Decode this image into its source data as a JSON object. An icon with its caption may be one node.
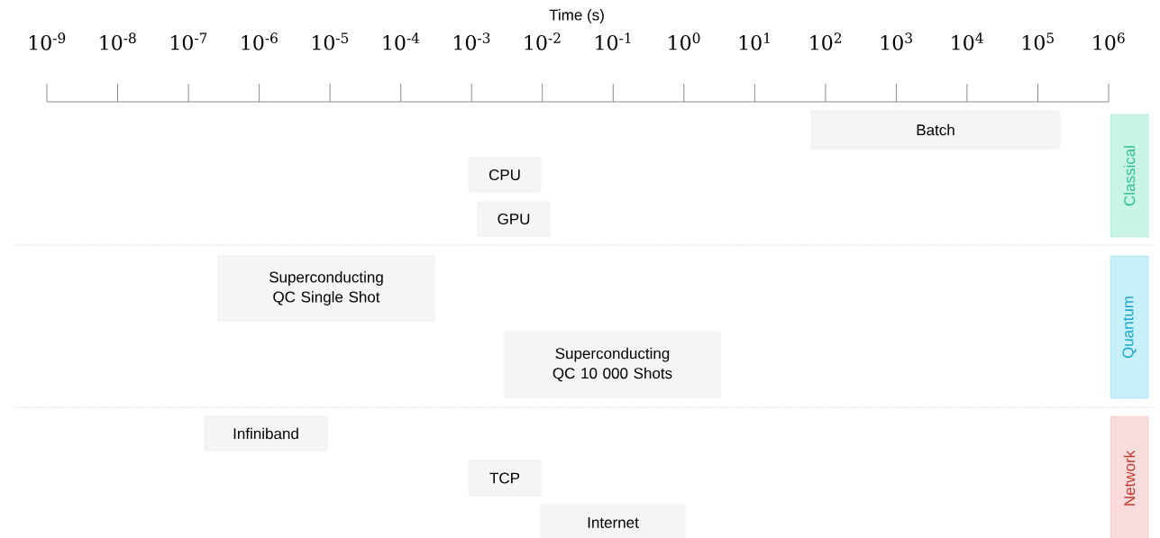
{
  "diagram": {
    "nodes": [
      {
        "text": [
          "Batch"
        ]
      },
      {
        "text": [
          "CPU"
        ]
      },
      {
        "text": [
          "GPU"
        ]
      },
      {
        "text": [
          "Superconducting QC Single Shot"
        ]
      },
      {
        "text": [
          "Superconducting QC 10 000 Shots"
        ]
      },
      {
        "text": [
          "Infiniband"
        ]
      },
      {
        "text": [
          "TCP"
        ]
      },
      {
        "text": [
          "Internet"
        ]
      },
      {
        "text": [
          "Classical"
        ]
      },
      {
        "text": [
          "Quantum"
        ]
      },
      {
        "text": [
          "Network"
        ]
      }
    ],
    "labels": [
      "Time (s)",
      "10$^{-9}$",
      "10$^{-8}$",
      "10$^{-7}$",
      "10$^{-6}$",
      "10$^{-5}$",
      "10$^{-4}$",
      "10$^{-3}$",
      "10$^{-2}$",
      "10$^{-1}$",
      "10$^{0}$",
      "10$^{1}$",
      "10$^{2}$",
      "10$^{3}$",
      "10$^{4}$",
      "10$^{5}$",
      "10$^{6}$"
    ]
  }
}
